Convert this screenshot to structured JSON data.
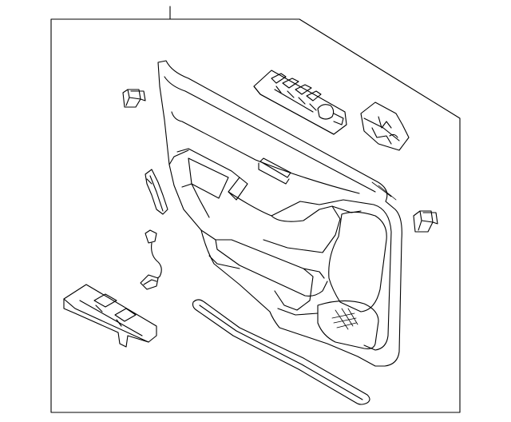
{
  "diagram": {
    "line_color": "#000000",
    "background": "#ffffff",
    "parts": [
      {
        "id": "door-trim-panel",
        "icon": "door-panel-icon"
      },
      {
        "id": "window-switch-master",
        "icon": "switch-panel-icon"
      },
      {
        "id": "window-switch-single",
        "icon": "switch-panel-icon"
      },
      {
        "id": "mirror-switch-bracket",
        "icon": "bracket-icon"
      },
      {
        "id": "retainer-clip-left",
        "icon": "clip-icon"
      },
      {
        "id": "retainer-clip-right",
        "icon": "clip-icon"
      },
      {
        "id": "pull-handle-cover",
        "icon": "handle-icon"
      },
      {
        "id": "wire-harness",
        "icon": "wire-icon"
      },
      {
        "id": "weatherstrip",
        "icon": "seal-strip-icon"
      }
    ]
  }
}
